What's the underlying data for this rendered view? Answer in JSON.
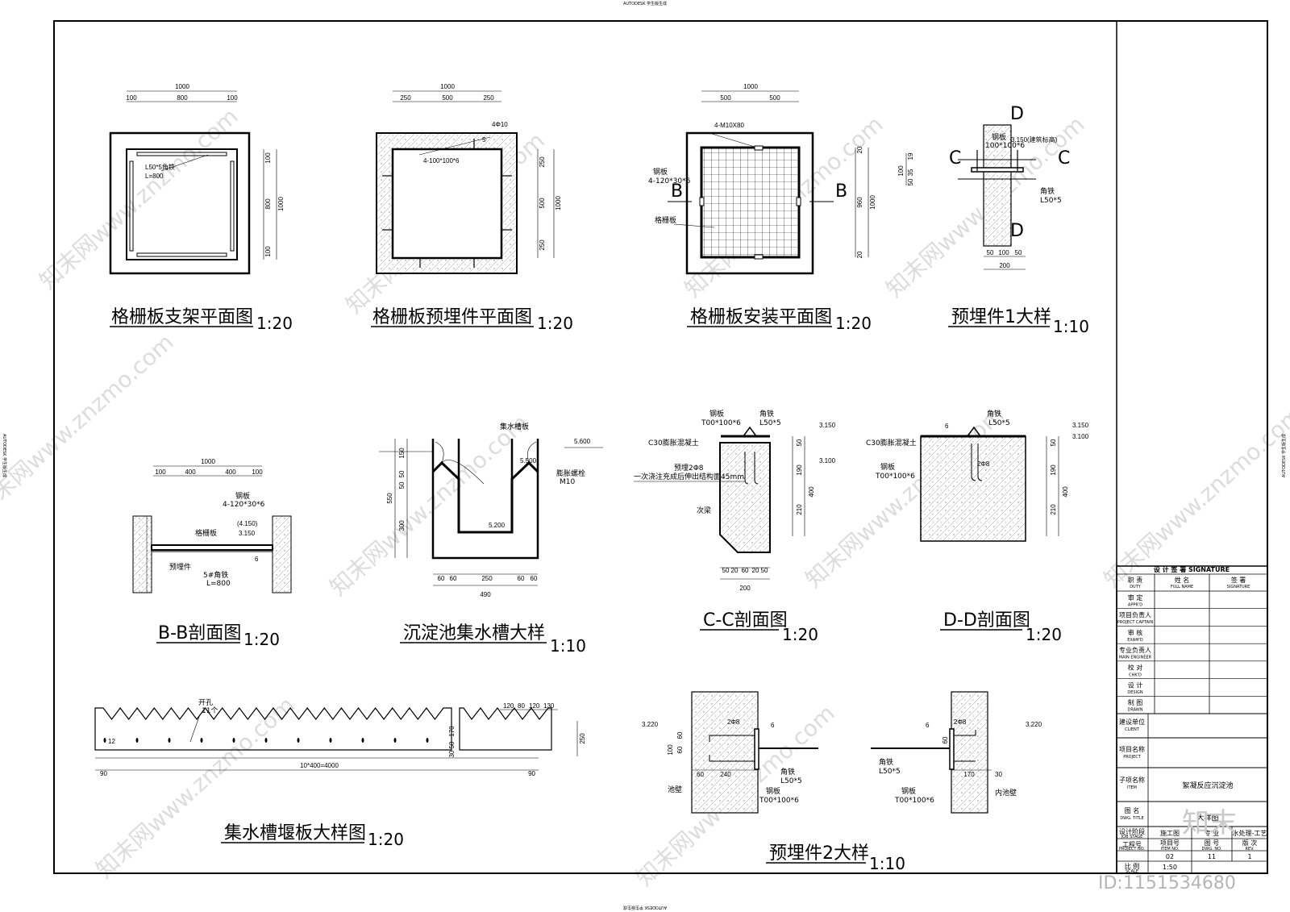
{
  "stamp": {
    "top": "AUTODESK 学生版生成",
    "bottom": "AUTODESK 学生版生成",
    "left": "AUTODESK 学生版生成",
    "right": "AUTODESK 学生版生成"
  },
  "watermark": {
    "text": "知末网www.znzmo.com",
    "logo": "知末",
    "id": "ID:1151534680"
  },
  "drawings": {
    "d1": {
      "title": "格栅板支架平面图",
      "scale": "1:20",
      "dims_top": [
        "1000",
        "100",
        "800",
        "100"
      ],
      "dims_right": [
        "100",
        "800",
        "1000",
        "100"
      ],
      "labels": [
        "L50*5角铁",
        "L=800"
      ]
    },
    "d2": {
      "title": "格栅板预埋件平面图",
      "scale": "1:20",
      "dims_top": [
        "1000",
        "250",
        "500",
        "250"
      ],
      "dims_right": [
        "250",
        "500",
        "1000",
        "250"
      ],
      "labels": [
        "4Φ10",
        "5",
        "4-100*100*6"
      ]
    },
    "d3": {
      "title": "格栅板安装平面图",
      "scale": "1:20",
      "dims_top": [
        "1000",
        "500",
        "500"
      ],
      "dims_right": [
        "20",
        "960",
        "1000",
        "20"
      ],
      "labels": [
        "4-M10X80",
        "钢板",
        "4-120*30*6",
        "B",
        "B",
        "格栅板"
      ]
    },
    "d4": {
      "title": "预埋件1大样",
      "scale": "1:10",
      "dims_bottom": [
        "50",
        "100",
        "50",
        "200"
      ],
      "dims_left": [
        "19",
        "100",
        "35",
        "50"
      ],
      "labels": [
        "D",
        "D",
        "C",
        "C",
        "钢板",
        "100*100*6",
        "3.150(建筑标高)",
        "角铁",
        "L50*5"
      ]
    },
    "d5": {
      "title": "B-B剖面图",
      "scale": "1:20",
      "dims_top": [
        "1000",
        "100",
        "400",
        "400",
        "100"
      ],
      "labels": [
        "钢板",
        "4-120*30*6",
        "格栅板",
        "(4.150)",
        "3.150",
        "6",
        "预埋件",
        "5#角铁",
        "L=800"
      ]
    },
    "d6": {
      "title": "沉淀池集水槽大样",
      "scale": "1:10",
      "dims_bottom": [
        "60",
        "60",
        "250",
        "60",
        "60",
        "490"
      ],
      "dims_left": [
        "150",
        "50",
        "50",
        "300",
        "550"
      ],
      "labels": [
        "集水槽板",
        "5.600",
        "5.500",
        "5.200",
        "膨胀螺栓",
        "M10"
      ]
    },
    "d7": {
      "title": "C-C剖面图",
      "scale": "1:20",
      "dims_bottom": [
        "50",
        "20",
        "60",
        "20",
        "50",
        "200"
      ],
      "dims_right": [
        "50",
        "190",
        "400",
        "210"
      ],
      "labels": [
        "钢板",
        "T00*100*6",
        "角铁",
        "L50*5",
        "C30膨胀混凝土",
        "预埋2Φ8",
        "一次浇注充成后伸出结构面45mm",
        "次梁",
        "3.150",
        "3.100"
      ]
    },
    "d8": {
      "title": "D-D剖面图",
      "scale": "1:20",
      "dims_right": [
        "50",
        "190",
        "400",
        "210"
      ],
      "labels": [
        "6",
        "角铁",
        "L50*5",
        "C30膨胀混凝土",
        "钢板",
        "T00*100*6",
        "2Φ8",
        "3.150",
        "3.100"
      ]
    },
    "d9": {
      "title": "集水槽堰板大样图",
      "scale": "1:20",
      "dims": [
        "120",
        "80",
        "120",
        "130",
        "90",
        "10*400=4000",
        "90",
        "250",
        "170",
        "50",
        "30",
        "12"
      ],
      "labels": [
        "开孔",
        "11个"
      ]
    },
    "d10": {
      "title": "预埋件2大样",
      "scale": "1:10",
      "dims": [
        "100",
        "60",
        "60",
        "240",
        "170",
        "30",
        "60",
        "60"
      ],
      "labels": [
        "3.220",
        "3.220",
        "2Φ8",
        "2Φ8",
        "6",
        "6",
        "角铁",
        "L50*5",
        "钢板",
        "T00*100*6",
        "池壁",
        "角铁",
        "L50*5",
        "钢板",
        "T00*100*6",
        "内池壁"
      ]
    }
  },
  "title_block": {
    "header": "设 计 签 署  SIGNATURE",
    "columns": [
      "职 责",
      "姓 名",
      "签 署"
    ],
    "columns_en": [
      "DUTY",
      "FULL NAME",
      "SIGNATURE"
    ],
    "roles": [
      {
        "cn": "审 定",
        "en": "APPR'D"
      },
      {
        "cn": "项目负责人",
        "en": "PROJECT CAPTAIN"
      },
      {
        "cn": "审 核",
        "en": "EXAM'D"
      },
      {
        "cn": "专业负责人",
        "en": "MAIN ENGINEER"
      },
      {
        "cn": "校 对",
        "en": "CHK'D"
      },
      {
        "cn": "设 计",
        "en": "DESIGN"
      },
      {
        "cn": "制 图",
        "en": "DRAWN"
      }
    ],
    "client_label": "建设单位",
    "client_label_en": "CLIENT",
    "project_label": "项目名称",
    "project_label_en": "PROJECT",
    "item_label": "子项名称",
    "item_label_en": "ITEM",
    "item_value": "絮凝反应沉淀池",
    "drawing_label": "图 名",
    "drawing_label_en": "DWG. TITLE",
    "drawing_value": "大样图",
    "stage_label": "设计阶段",
    "stage_label_en": "JOB STAGE",
    "stage_value": "施工图",
    "spec_label": "专 业",
    "spec_value": "水处理-工艺",
    "proj_no_label": "工程号",
    "proj_no_label_en": "PROJECT NO.",
    "item_no_label": "项目号",
    "item_no_label_en": "ITEM NO.",
    "dwg_no_label": "图 号",
    "dwg_no_label_en": "DWG. NO.",
    "rev_label": "版 次",
    "rev_label_en": "REV.",
    "item_no": "02",
    "dwg_no": "11",
    "rev": "1",
    "scale_label": "比 例",
    "scale_label_en": "SCALE",
    "scale_value": "1:50"
  }
}
